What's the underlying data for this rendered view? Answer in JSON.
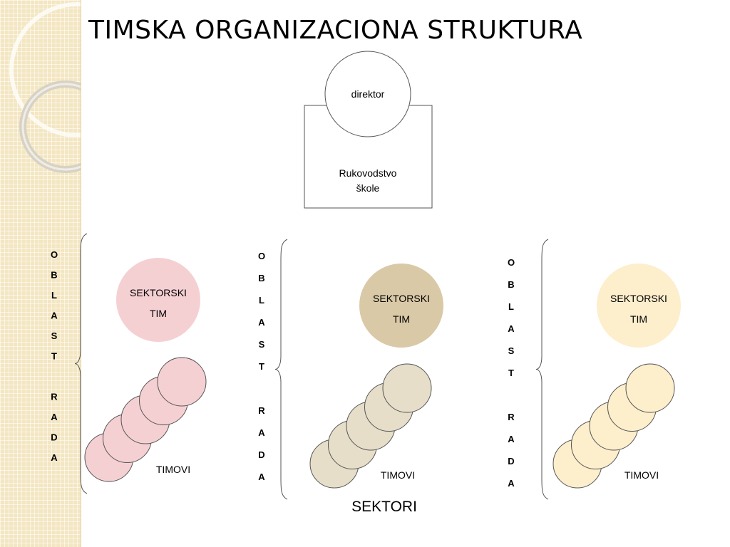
{
  "title": "TIMSKA ORGANIZACIONA STRUKTURA",
  "leadership": {
    "director": "direktor",
    "management_line1": "Rukovodstvo",
    "management_line2": "škole"
  },
  "sectors_label": "SEKTORI",
  "sectors": [
    {
      "team_line1": "SEKTORSKI",
      "team_line2": "TIM",
      "teams_label": "TIMOVI",
      "area_letters": [
        "O",
        "B",
        "L",
        "A",
        "S",
        "T",
        "",
        "R",
        "A",
        "D",
        "A"
      ],
      "team_color": "#f5d0d3",
      "teams_color": "#f5d0d3"
    },
    {
      "team_line1": "SEKTORSKI",
      "team_line2": "TIM",
      "teams_label": "TIMOVI",
      "area_letters": [
        "O",
        "B",
        "L",
        "A",
        "S",
        "T",
        "",
        "R",
        "A",
        "D",
        "A"
      ],
      "team_color": "#d9c9a6",
      "teams_color": "#e6dec9"
    },
    {
      "team_line1": "SEKTORSKI",
      "team_line2": "TIM",
      "teams_label": "TIMOVI",
      "area_letters": [
        "O",
        "B",
        "L",
        "A",
        "S",
        "T",
        "",
        "R",
        "A",
        "D",
        "A"
      ],
      "team_color": "#fdeecc",
      "teams_color": "#fdeecc"
    }
  ],
  "colors": {
    "strip": "#f3e6c2",
    "outline": "#555555"
  }
}
